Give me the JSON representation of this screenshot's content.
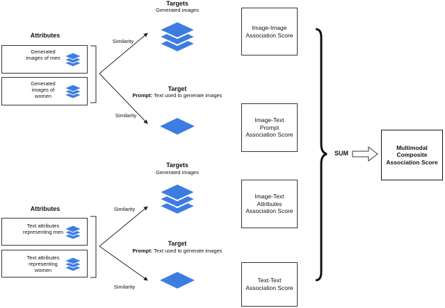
{
  "colors": {
    "layer_blue": "#3d7de0",
    "layer_edge": "#ffffff",
    "line": "#222222"
  },
  "top_section": {
    "attributes_title": "Attributes",
    "attribute_items": [
      {
        "label": "Generated images of men",
        "icon": "image-stack-icon"
      },
      {
        "label": "Generated images of women",
        "icon": "image-stack-icon"
      }
    ],
    "similarity_1": "Similarity",
    "similarity_2": "Similarity",
    "targets_title": "Targets",
    "targets_sub": "Generated images",
    "target_title": "Target",
    "prompt_bold": "Prompt:",
    "prompt_text": " Text used to generate images"
  },
  "bottom_section": {
    "attributes_title": "Attributes",
    "attribute_items": [
      {
        "label": "Text attributes representing men",
        "icon": "image-stack-icon"
      },
      {
        "label": "Text attributes representing women",
        "icon": "image-stack-icon"
      }
    ],
    "similarity_1": "Similarity",
    "similarity_2": "Similarity",
    "targets_title": "Targets",
    "targets_sub": "Generated images",
    "target_title": "Target",
    "prompt_bold": "Prompt:",
    "prompt_text": " Text used to generate images"
  },
  "scores": [
    "Image-Image\nAssociation Score",
    "Image-Text\nPrompt\nAssociation Score",
    "Image-Text\nAttributes\nAssociation Score",
    "Text-Text\nAssociation Score"
  ],
  "sum_label": "SUM",
  "final_box": "Multimodal\nComposite\nAssociation Score"
}
